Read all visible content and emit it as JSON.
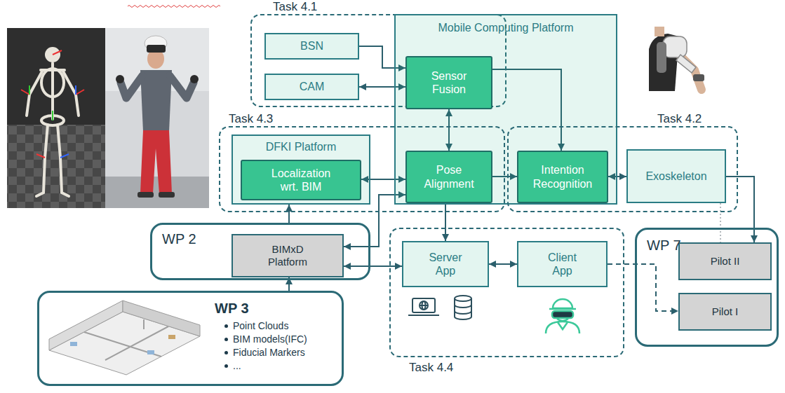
{
  "diagram": {
    "nodes": [
      {
        "text": [
          "Task 4.1"
        ]
      },
      {
        "text": [
          "BSN"
        ],
        "in": 0
      },
      {
        "text": [
          "CAM"
        ],
        "in": 0
      },
      {
        "text": [
          "Mobile Computing Platform"
        ]
      },
      {
        "text": [
          "Sensor Fusion"
        ],
        "in": 3
      },
      {
        "text": [
          "Task 4.3"
        ]
      },
      {
        "text": [
          "DFKI Platform"
        ],
        "in": 5
      },
      {
        "text": [
          "Localization wrt. BIM"
        ],
        "in": 6
      },
      {
        "text": [
          "Pose Alignment"
        ],
        "in": 3
      },
      {
        "text": [
          "Task 4.2"
        ]
      },
      {
        "text": [
          "Intention Recognition"
        ],
        "in": 3
      },
      {
        "text": [
          "Exoskeleton"
        ],
        "in": 9
      },
      {
        "text": [
          "WP 2"
        ]
      },
      {
        "text": [
          "BIMxD Platform"
        ],
        "in": 12
      },
      {
        "text": [
          "Task 4.4"
        ]
      },
      {
        "text": [
          "Server App"
        ],
        "in": 14
      },
      {
        "text": [
          "Client App"
        ],
        "in": 14
      },
      {
        "text": [
          "WP 7"
        ]
      },
      {
        "text": [
          "Pilot II"
        ],
        "in": 17
      },
      {
        "text": [
          "Pilot I"
        ],
        "in": 17
      },
      {
        "text": [
          "WP 3",
          "Point Clouds",
          "BIM models(IFC)",
          "Fiducial Markers",
          "..."
        ]
      }
    ],
    "edges": [
      {
        "from": 1,
        "to": 4,
        "arrow": "to"
      },
      {
        "from": 2,
        "to": 4,
        "arrow": "both"
      },
      {
        "from": 4,
        "to": 8,
        "arrow": "both"
      },
      {
        "from": 4,
        "to": 10,
        "arrow": "to"
      },
      {
        "from": 8,
        "to": 10,
        "arrow": "to"
      },
      {
        "from": 10,
        "to": 11,
        "arrow": "both"
      },
      {
        "from": 7,
        "to": 8,
        "arrow": "both"
      },
      {
        "from": 12,
        "to": 6,
        "arrow": "to"
      },
      {
        "from": 13,
        "to": 8,
        "arrow": "both"
      },
      {
        "from": 8,
        "to": 15,
        "arrow": "to"
      },
      {
        "from": 13,
        "to": 15,
        "arrow": "both"
      },
      {
        "from": 15,
        "to": 16,
        "arrow": "both"
      },
      {
        "from": 16,
        "to": 19,
        "arrow": "to"
      },
      {
        "from": 11,
        "to": 18,
        "arrow": "to"
      },
      {
        "from": 11,
        "to": 18,
        "arrow": "none"
      },
      {
        "from": 20,
        "to": 13,
        "arrow": "to"
      }
    ]
  }
}
